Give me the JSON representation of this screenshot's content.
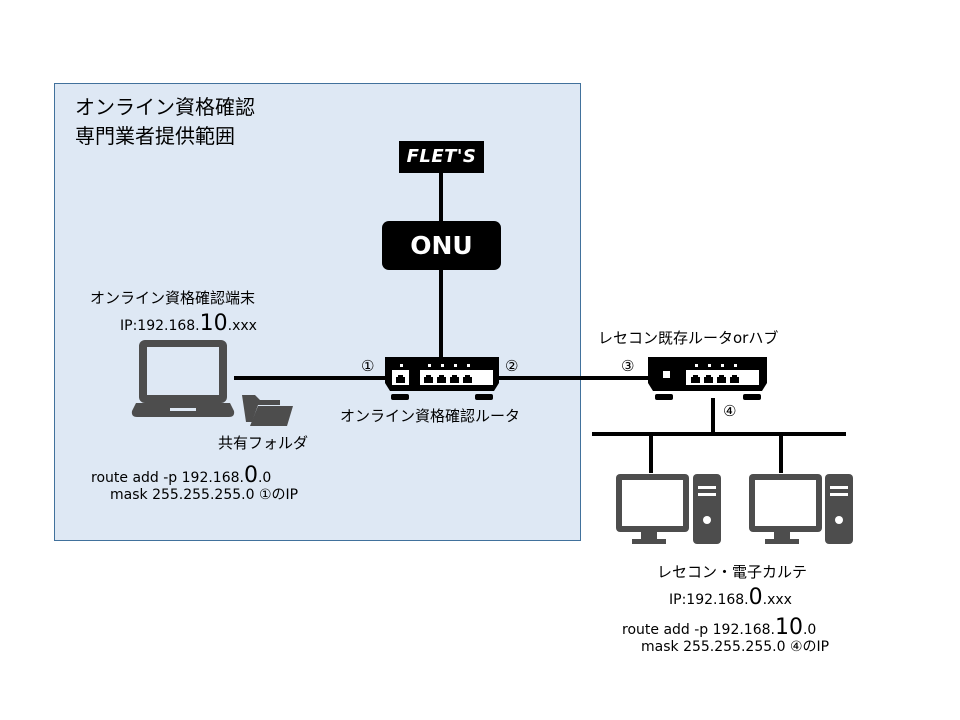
{
  "zone": {
    "title_line1": "オンライン資格確認",
    "title_line2": "専門業者提供範囲",
    "fill_color": "#dee8f4",
    "border_color": "#41719c"
  },
  "flets": {
    "label": "FLET'S"
  },
  "onu": {
    "label": "ONU"
  },
  "terminal": {
    "name": "オンライン資格確認端末",
    "ip_prefix": "IP:192.168.",
    "ip_subnet": "10",
    "ip_suffix": ".xxx",
    "icon": "laptop-icon"
  },
  "shared_folder": {
    "label": "共有フォルダ",
    "icon": "folder-open-icon"
  },
  "terminal_route": {
    "line1_prefix": "route add -p 192.168.",
    "line1_subnet": "0",
    "line1_suffix": ".0",
    "line2": "mask 255.255.255.0 ①のIP"
  },
  "router": {
    "label": "オンライン資格確認ルータ",
    "port_left": "①",
    "port_right": "②",
    "icon": "router-icon"
  },
  "existing_router": {
    "label": "レセコン既存ルータorハブ",
    "port_left": "③",
    "port_down": "④",
    "icon": "hub-icon"
  },
  "receipt_pcs": {
    "label": "レセコン・電子カルテ",
    "ip_prefix": "IP:192.168.",
    "ip_subnet": "0",
    "ip_suffix": ".xxx",
    "icon": "desktop-pc-icon",
    "count": 2
  },
  "pc_route": {
    "line1_prefix": "route add -p 192.168.",
    "line1_subnet": "10",
    "line1_suffix": ".0",
    "line2": "mask 255.255.255.0 ④のIP"
  }
}
